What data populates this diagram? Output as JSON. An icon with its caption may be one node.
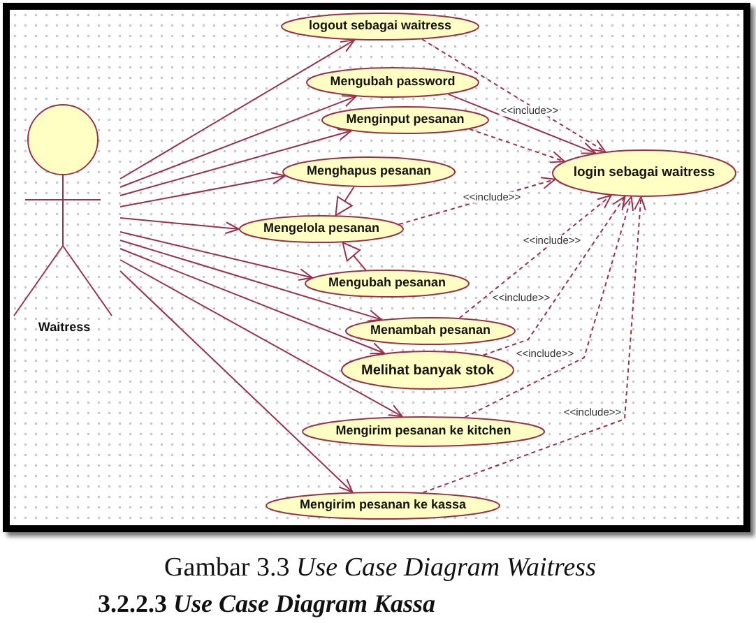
{
  "diagram": {
    "caption": "Gambar 3.3 *Use Case Diagram Waitress*",
    "nodes": [
      {
        "text": [
          "Waitress"
        ]
      },
      {
        "text": [
          "logout sebagai waitress"
        ]
      },
      {
        "text": [
          "Mengubah password"
        ]
      },
      {
        "text": [
          "Menginput pesanan"
        ]
      },
      {
        "text": [
          "Menghapus pesanan"
        ]
      },
      {
        "text": [
          "Mengelola pesanan"
        ]
      },
      {
        "text": [
          "Mengubah pesanan"
        ]
      },
      {
        "text": [
          "Menambah pesanan"
        ]
      },
      {
        "text": [
          "Melihat banyak stok"
        ]
      },
      {
        "text": [
          "Mengirim pesanan ke kitchen"
        ]
      },
      {
        "text": [
          "Mengirim pesanan ke kassa"
        ]
      },
      {
        "text": [
          "login sebagai waitress"
        ]
      }
    ],
    "edges": [
      {
        "from": 0,
        "to": 1,
        "arrow": "to"
      },
      {
        "from": 0,
        "to": 2,
        "arrow": "to"
      },
      {
        "from": 0,
        "to": 3,
        "arrow": "to"
      },
      {
        "from": 0,
        "to": 4,
        "arrow": "to"
      },
      {
        "from": 0,
        "to": 5,
        "arrow": "to"
      },
      {
        "from": 0,
        "to": 6,
        "arrow": "to"
      },
      {
        "from": 0,
        "to": 7,
        "arrow": "to"
      },
      {
        "from": 0,
        "to": 8,
        "arrow": "to"
      },
      {
        "from": 0,
        "to": 9,
        "arrow": "to"
      },
      {
        "from": 0,
        "to": 10,
        "arrow": "to"
      },
      {
        "from": 4,
        "to": 5,
        "arrow": "to"
      },
      {
        "from": 6,
        "to": 5,
        "arrow": "to"
      },
      {
        "from": 1,
        "to": 11,
        "arrow": "to",
        "style": "dashed",
        "label": "<<include>>"
      },
      {
        "from": 2,
        "to": 11,
        "arrow": "to"
      },
      {
        "from": 3,
        "to": 11,
        "arrow": "to",
        "style": "dashed"
      },
      {
        "from": 5,
        "to": 11,
        "arrow": "to",
        "style": "dashed",
        "label": "<<include>>"
      },
      {
        "from": 7,
        "to": 11,
        "arrow": "to",
        "style": "dashed",
        "label": "<<include>>"
      },
      {
        "from": 8,
        "to": 11,
        "arrow": "to",
        "style": "dashed",
        "label": "<<include>>"
      },
      {
        "from": 9,
        "to": 11,
        "arrow": "to",
        "style": "dashed",
        "label": "<<include>>"
      },
      {
        "from": 10,
        "to": 11,
        "arrow": "to",
        "style": "dashed",
        "label": "<<include>>"
      }
    ],
    "labels": [
      "3.2.2.3 *Use Case Diagram Kassa*"
    ]
  }
}
